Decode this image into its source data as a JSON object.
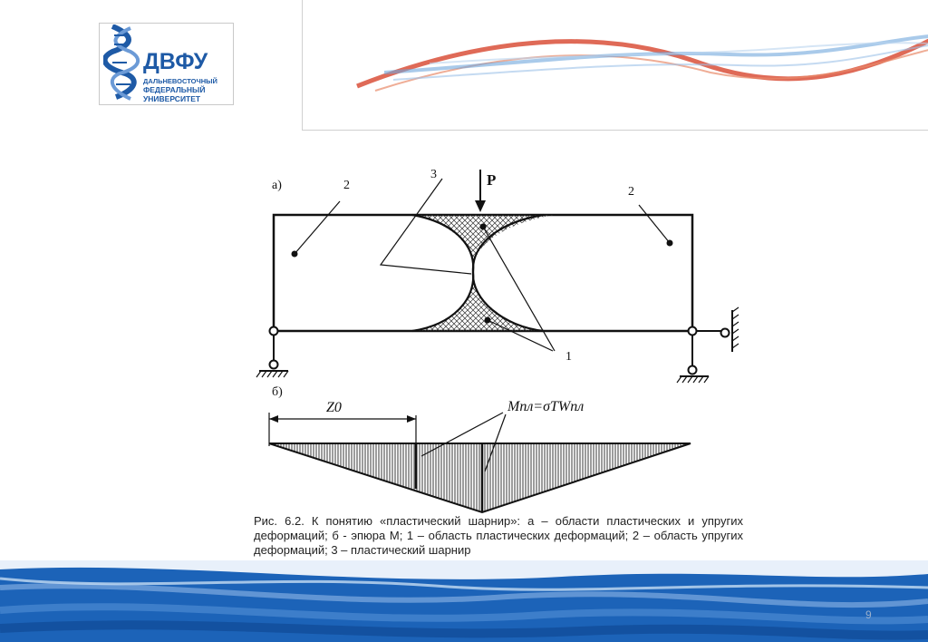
{
  "logo": {
    "title": "ДВФУ",
    "line1": "ДАЛЬНЕВОСТОЧНЫЙ",
    "line2": "ФЕДЕРАЛЬНЫЙ",
    "line3": "УНИВЕРСИТЕТ"
  },
  "figure": {
    "label_a": "а)",
    "label_b": "б)",
    "load_label": "P",
    "num_2_left": "2",
    "num_2_right": "2",
    "num_3": "3",
    "num_1": "1",
    "z0_label": "Z0",
    "moment_label": "Mпл=σTWпл"
  },
  "caption": {
    "text": "Рис. 6.2. К понятию «пластический шарнир»: а – области пластических и упругих деформаций; б - эпюра M; 1 – область пластических деформаций; 2 – область упругих деформаций; 3 – пластический шарнир"
  },
  "page_number": "9",
  "colors": {
    "brand_blue": "#1e5aa6",
    "wave_red": "#d9503a",
    "wave_blue": "#6fa6dc",
    "footer_blue": "#1c63b8"
  }
}
